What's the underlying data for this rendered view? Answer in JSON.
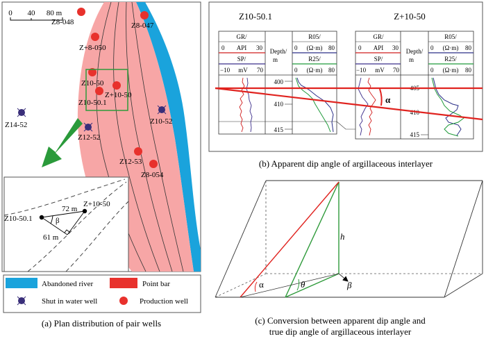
{
  "colors": {
    "point_bar": "#f7a6a6",
    "point_bar_key": "#e8312c",
    "river": "#1aa3dc",
    "production_well": "#e8312c",
    "shut_well": "#3a2f7a",
    "pair_box": "#2e9a3a",
    "arrow": "#2a9a3a",
    "red_line": "#e0231f",
    "gr_curve": "#d11f1f",
    "sp_curve": "#3b2d8a",
    "r05_curve": "#2b2f88",
    "r25_curve": "#1f9a3a"
  },
  "panel_a": {
    "scale": {
      "t0": "0",
      "t1": "40",
      "t2": "80 m"
    },
    "wells": {
      "z8_048": "Z8-048",
      "z8_047": "Z8-047",
      "zp8_050": "Z+8-050",
      "z10_50": "Z10-50",
      "zp10_50": "Z+10-50",
      "z10_50_1": "Z10-50.1",
      "z14_52": "Z14-52",
      "z10_52": "Z10-52",
      "z12_52": "Z12-52",
      "z12_53": "Z12-53",
      "z8_054": "Z8-054"
    },
    "inset": {
      "well_left": "Z10-50.1",
      "well_right": "Z+10-50",
      "dist_72": "72 m",
      "dist_61": "61 m",
      "beta": "β"
    },
    "legend": {
      "abandoned_river": "Abandoned river",
      "point_bar": "Point bar",
      "shut_in": "Shut in water well",
      "production": "Production well"
    },
    "caption": "(a) Plan distribution of pair wells"
  },
  "panel_b": {
    "left_title": "Z10-50.1",
    "right_title": "Z+10-50",
    "headers": {
      "gr": "GR/",
      "api": "API",
      "api_min": "0",
      "api_max": "30",
      "sp": "SP/",
      "mv": "mV",
      "sp_min": "−10",
      "sp_max": "70",
      "depth": "Depth/",
      "m": "m",
      "r05": "R05/",
      "ohm": "(Ω·m)",
      "r_min": "0",
      "r_max": "80",
      "r25": "R25/"
    },
    "left_depths": [
      "400",
      "410",
      "415"
    ],
    "right_depths": [
      "405",
      "410",
      "415"
    ],
    "alpha": "α",
    "caption": "(b) Apparent dip angle of argillaceous interlayer"
  },
  "panel_c": {
    "h": "h",
    "alpha": "α",
    "theta": "θ",
    "beta": "β",
    "caption_line1": "(c) Conversion between apparent dip angle and",
    "caption_line2": "true dip angle of argillaceous interlayer"
  }
}
